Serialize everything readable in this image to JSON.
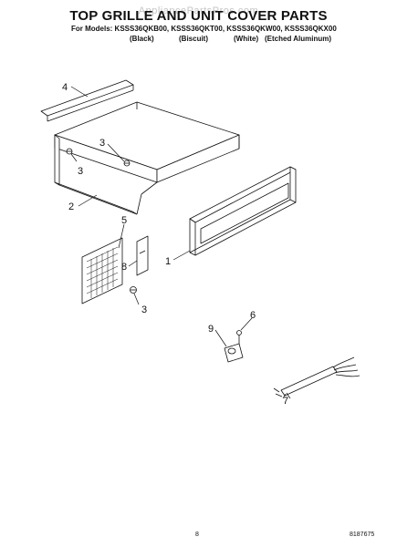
{
  "header": {
    "title": "TOP GRILLE AND UNIT COVER PARTS",
    "watermark": "AppliancePartsPros.com",
    "models_line": "For Models: KSSS36QKB00, KSSS36QKT00, KSSS36QKW00, KSSS36QKX00",
    "finishes": [
      "(Black)",
      "(Biscuit)",
      "(White)",
      "(Etched Aluminum)"
    ]
  },
  "callouts": [
    "4",
    "3",
    "3",
    "2",
    "5",
    "8",
    "3",
    "1",
    "9",
    "6",
    "7"
  ],
  "footer": {
    "page_number": "8",
    "doc_number": "8187675"
  }
}
